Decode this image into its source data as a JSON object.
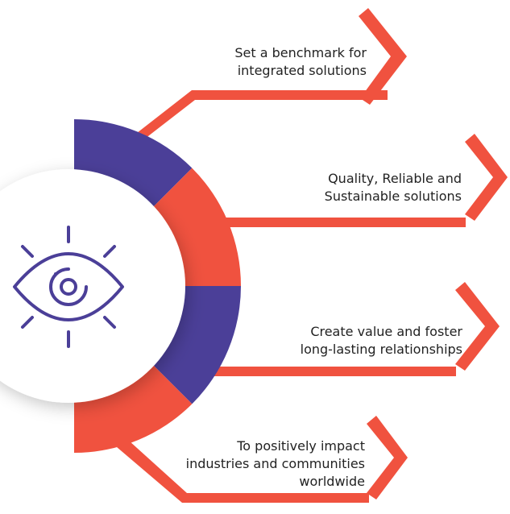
{
  "colors": {
    "orange": "#F0523F",
    "purple": "#4B3F98",
    "icon": "#4B3F98",
    "text": "#222222",
    "circle": "#FFFFFF"
  },
  "icon": "eye-icon",
  "segments": [
    {
      "color": "purple"
    },
    {
      "color": "orange"
    },
    {
      "color": "purple"
    },
    {
      "color": "orange"
    }
  ],
  "items": [
    {
      "lines": [
        "Set a benchmark for",
        "integrated solutions"
      ]
    },
    {
      "lines": [
        "Quality, Reliable and",
        "Sustainable solutions"
      ]
    },
    {
      "lines": [
        "Create value and foster",
        "long-lasting relationships"
      ]
    },
    {
      "lines": [
        "To positively impact",
        "industries and communities",
        "worldwide"
      ]
    }
  ]
}
